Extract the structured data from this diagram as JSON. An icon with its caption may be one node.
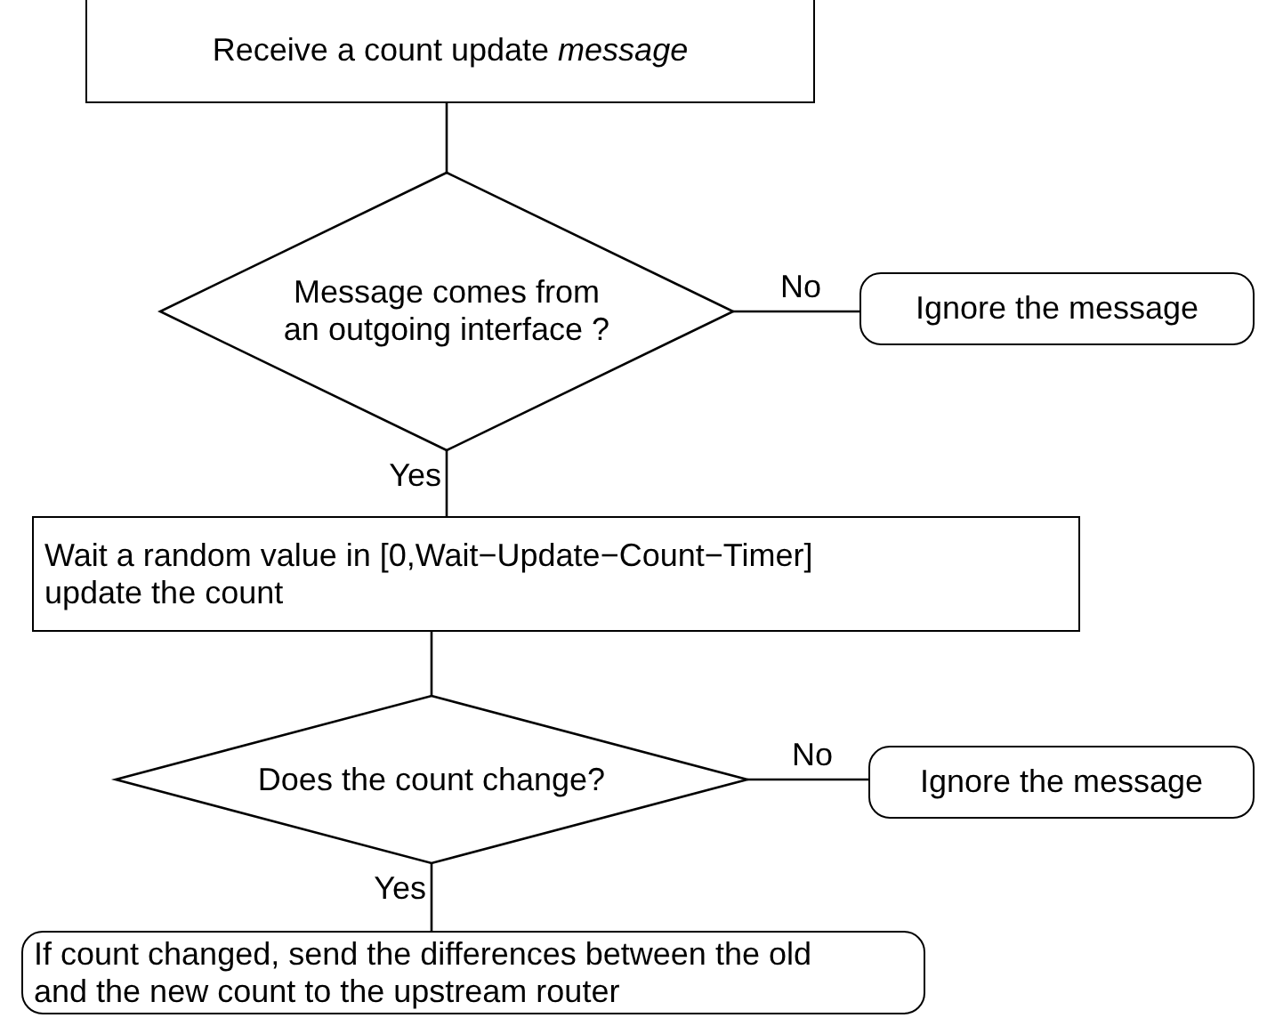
{
  "diagram": {
    "nodes": [
      {
        "text": [
          "Receive a count update *message*"
        ]
      },
      {
        "text": [
          "Message comes from an outgoing interface ?"
        ]
      },
      {
        "text": [
          "Ignore the message"
        ]
      },
      {
        "text": [
          "Wait a random value in [0,Wait−Update−Count−Timer] update the count"
        ]
      },
      {
        "text": [
          "Does the count change?"
        ]
      },
      {
        "text": [
          "Ignore the message"
        ]
      },
      {
        "text": [
          "If count changed, send the differences between the old and the new count to the upstream router"
        ]
      }
    ],
    "edges": [
      {
        "from": 0,
        "to": 1,
        "arrow": "none"
      },
      {
        "from": 1,
        "to": 2,
        "arrow": "none",
        "label": "No"
      },
      {
        "from": 1,
        "to": 3,
        "arrow": "none",
        "label": "Yes"
      },
      {
        "from": 3,
        "to": 4,
        "arrow": "none"
      },
      {
        "from": 4,
        "to": 5,
        "arrow": "none",
        "label": "No"
      },
      {
        "from": 4,
        "to": 6,
        "arrow": "none",
        "label": "Yes"
      }
    ]
  }
}
